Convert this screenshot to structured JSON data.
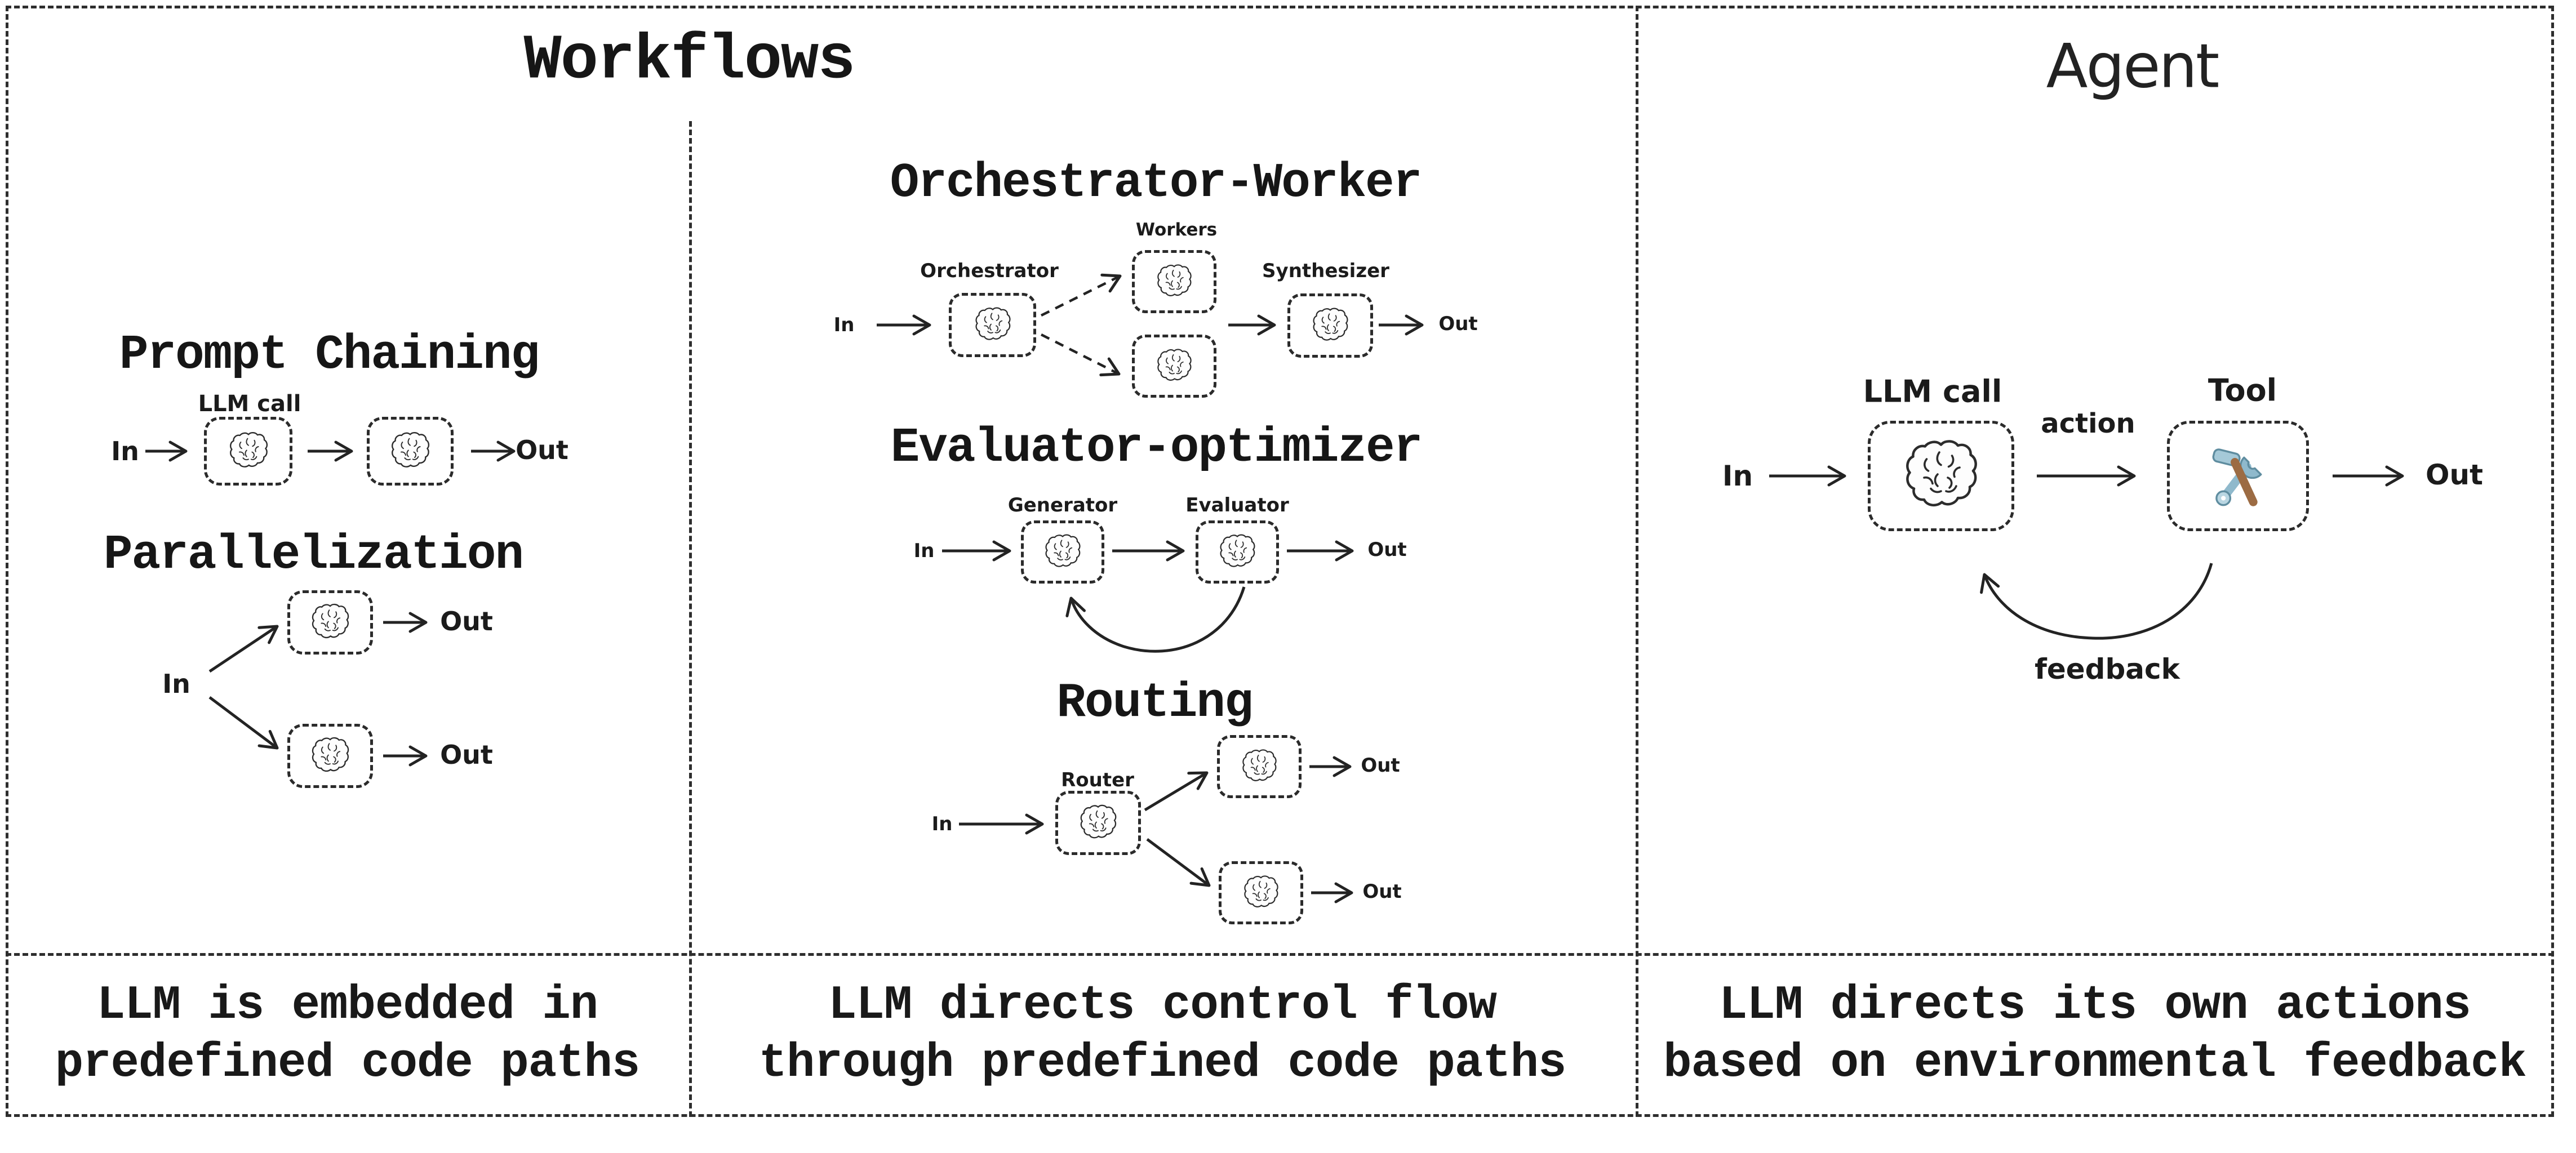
{
  "titles": {
    "workflows": "Workflows",
    "agent": "Agent"
  },
  "workflows": {
    "prompt_chaining": {
      "title": "Prompt Chaining",
      "llm_call_label": "LLM call",
      "in_label": "In",
      "out_label": "Out"
    },
    "parallelization": {
      "title": "Parallelization",
      "in_label": "In",
      "out_top_label": "Out",
      "out_bottom_label": "Out"
    },
    "orchestrator_worker": {
      "title": "Orchestrator-Worker",
      "orchestrator_label": "Orchestrator",
      "workers_label": "Workers",
      "synthesizer_label": "Synthesizer",
      "in_label": "In",
      "out_label": "Out"
    },
    "evaluator_optimizer": {
      "title": "Evaluator-optimizer",
      "generator_label": "Generator",
      "evaluator_label": "Evaluator",
      "in_label": "In",
      "out_label": "Out"
    },
    "routing": {
      "title": "Routing",
      "router_label": "Router",
      "in_label": "In",
      "out_top_label": "Out",
      "out_bottom_label": "Out"
    }
  },
  "agent": {
    "llm_call_label": "LLM call",
    "tool_label": "Tool",
    "action_label": "action",
    "feedback_label": "feedback",
    "in_label": "In",
    "out_label": "Out"
  },
  "captions": {
    "left": [
      "LLM is embedded in",
      "predefined code paths"
    ],
    "middle": [
      "LLM directs control flow",
      "through predefined code paths"
    ],
    "right": [
      "LLM directs its own actions",
      "based on environmental feedback"
    ]
  },
  "icons": {
    "brain": "brain-icon",
    "tool": "hammer-wrench-icon"
  },
  "colors": {
    "ink": "#242424",
    "tool_steel_blue": "#8fb9cc",
    "tool_steel_light": "#b9d6e2",
    "tool_handle_brown": "#9c6b43"
  }
}
